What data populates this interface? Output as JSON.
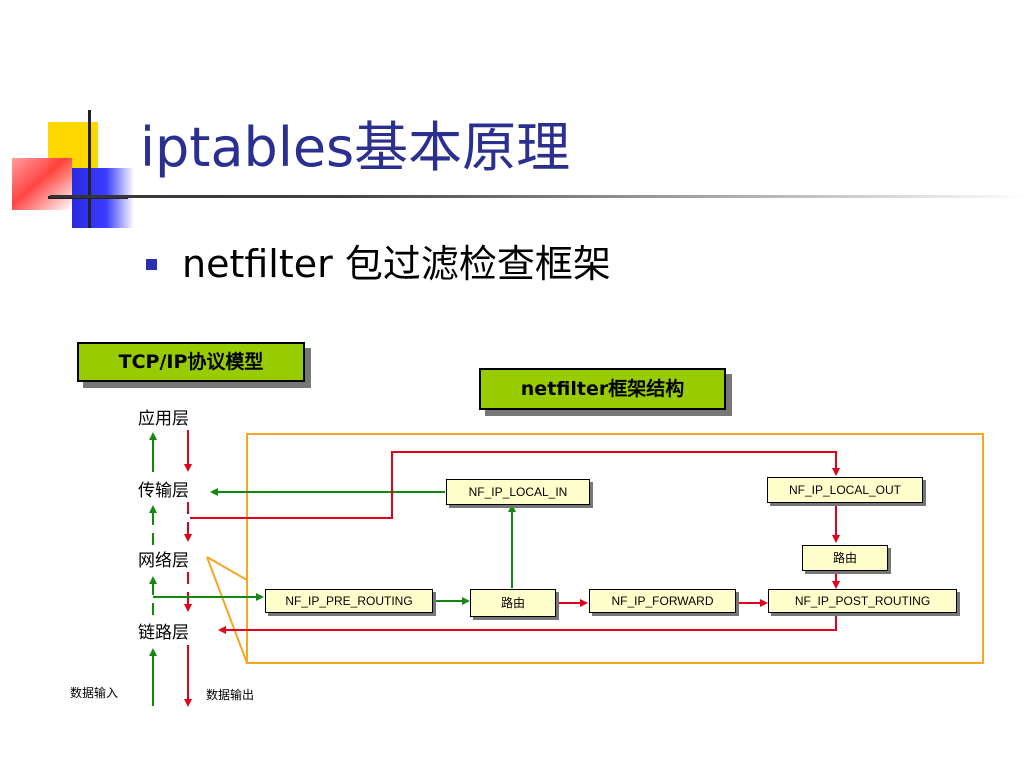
{
  "slide": {
    "title": "iptables基本原理",
    "bullet": "netfilter 包过滤检查框架"
  },
  "diagram": {
    "tcpip_label": "TCP/IP协议模型",
    "netfilter_label": "netfilter框架结构",
    "layers": {
      "app": "应用层",
      "transport": "传输层",
      "network": "网络层",
      "link": "链路层"
    },
    "data_in": "数据输入",
    "data_out": "数据输出",
    "hooks": {
      "local_in": "NF_IP_LOCAL_IN",
      "local_out": "NF_IP_LOCAL_OUT",
      "pre_routing": "NF_IP_PRE_ROUTING",
      "forward": "NF_IP_FORWARD",
      "post_routing": "NF_IP_POST_ROUTING",
      "route_in": "路由",
      "route_out": "路由"
    }
  },
  "colors": {
    "title": "#2b2f8f",
    "box_green": "#99cc00",
    "hook_fill": "#ffffcc",
    "frame_orange": "#f5a623",
    "arrow_red": "#e3001b",
    "arrow_green": "#128a12"
  }
}
